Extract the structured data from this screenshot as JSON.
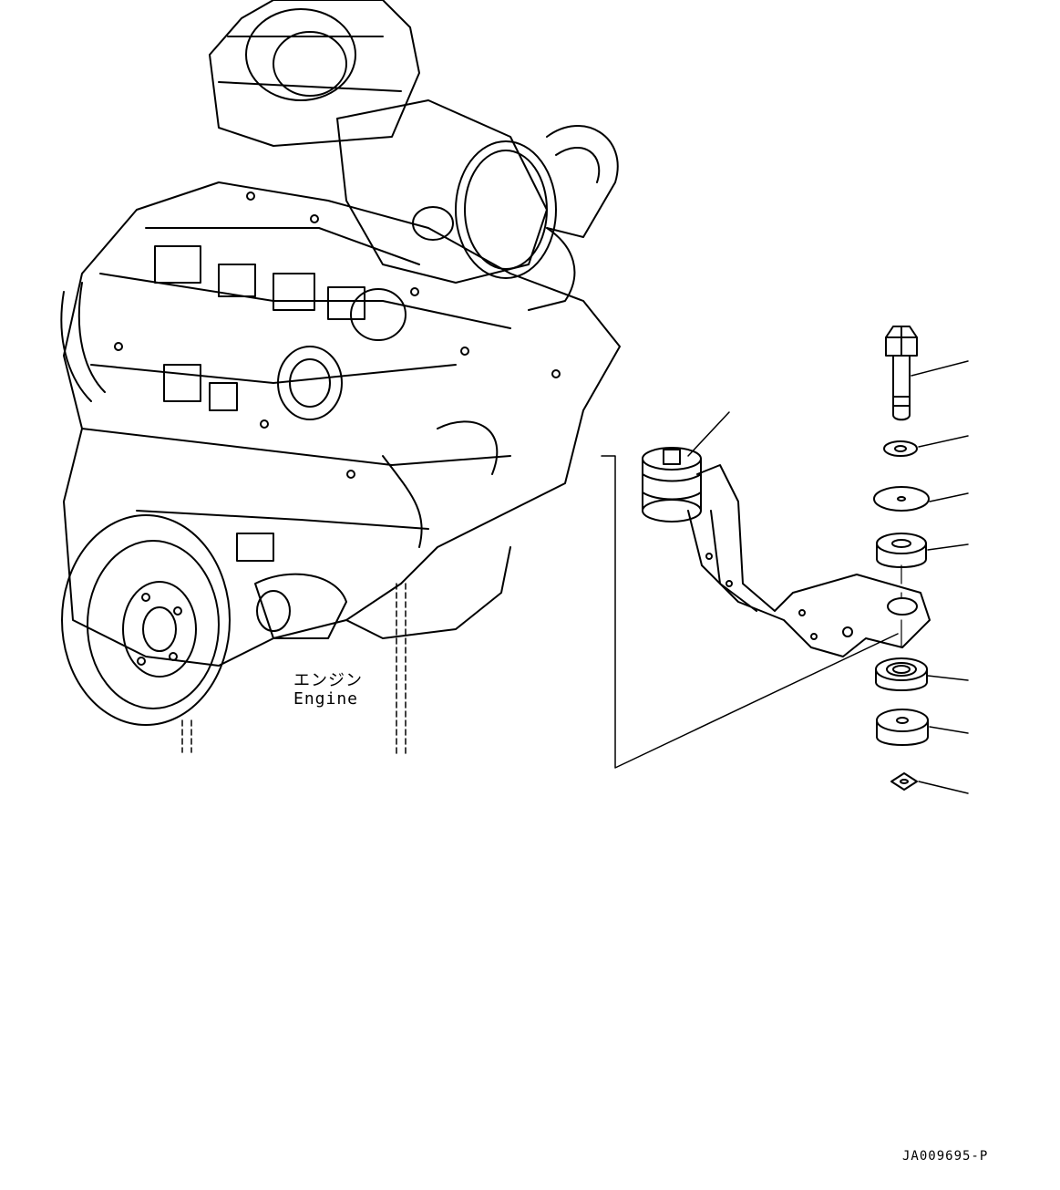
{
  "labels": {
    "engine_jp": "エンジン",
    "engine_en": "Engine",
    "drawing_number": "JA009695-P"
  },
  "colors": {
    "line": "#000000",
    "background": "#ffffff"
  }
}
